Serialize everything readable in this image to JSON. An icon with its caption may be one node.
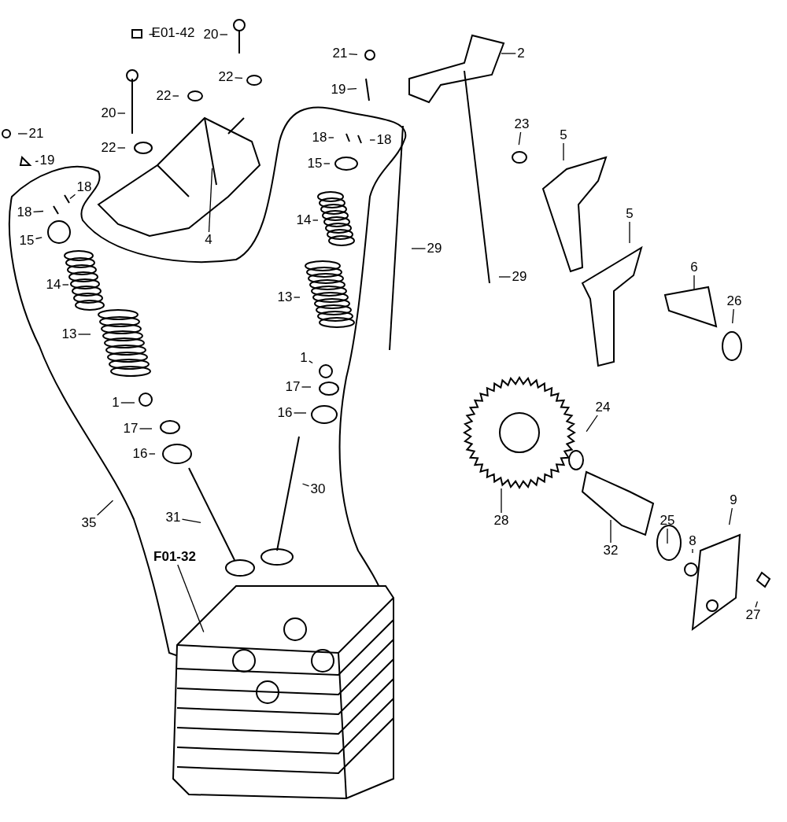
{
  "diagram": {
    "nodes": [
      {
        "text": [
          "E01-42"
        ]
      },
      {
        "text": [
          "20"
        ]
      },
      {
        "text": [
          "21"
        ]
      },
      {
        "text": [
          "2"
        ]
      },
      {
        "text": [
          "22"
        ]
      },
      {
        "text": [
          "19"
        ]
      },
      {
        "text": [
          "22"
        ]
      },
      {
        "text": [
          "20"
        ]
      },
      {
        "text": [
          "23"
        ]
      },
      {
        "text": [
          "21"
        ]
      },
      {
        "text": [
          "18"
        ]
      },
      {
        "text": [
          "18"
        ]
      },
      {
        "text": [
          "22"
        ]
      },
      {
        "text": [
          "5"
        ]
      },
      {
        "text": [
          "19"
        ]
      },
      {
        "text": [
          "15"
        ]
      },
      {
        "text": [
          "18"
        ]
      },
      {
        "text": [
          "18"
        ]
      },
      {
        "text": [
          "14"
        ]
      },
      {
        "text": [
          "4"
        ]
      },
      {
        "text": [
          "5"
        ]
      },
      {
        "text": [
          "15"
        ]
      },
      {
        "text": [
          "29"
        ]
      },
      {
        "text": [
          "29"
        ]
      },
      {
        "text": [
          "14"
        ]
      },
      {
        "text": [
          "6"
        ]
      },
      {
        "text": [
          "13"
        ]
      },
      {
        "text": [
          "26"
        ]
      },
      {
        "text": [
          "13"
        ]
      },
      {
        "text": [
          "1"
        ]
      },
      {
        "text": [
          "17"
        ]
      },
      {
        "text": [
          "1"
        ]
      },
      {
        "text": [
          "24"
        ]
      },
      {
        "text": [
          "16"
        ]
      },
      {
        "text": [
          "17"
        ]
      },
      {
        "text": [
          "16"
        ]
      },
      {
        "text": [
          "30"
        ]
      },
      {
        "text": [
          "35"
        ]
      },
      {
        "text": [
          "31"
        ]
      },
      {
        "text": [
          "28"
        ]
      },
      {
        "text": [
          "9"
        ]
      },
      {
        "text": [
          "25"
        ]
      },
      {
        "text": [
          "8"
        ]
      },
      {
        "text": [
          "32"
        ]
      },
      {
        "text": [
          "F01-32"
        ]
      },
      {
        "text": [
          "27"
        ]
      }
    ],
    "edges": [
      {
        "from": 0,
        "to": null,
        "arrow": "none"
      },
      {
        "from": 1,
        "to": null,
        "arrow": "none"
      },
      {
        "from": 2,
        "to": null,
        "arrow": "none"
      },
      {
        "from": 3,
        "to": null,
        "arrow": "none"
      },
      {
        "from": 4,
        "to": null,
        "arrow": "none"
      },
      {
        "from": 5,
        "to": null,
        "arrow": "none"
      },
      {
        "from": 6,
        "to": null,
        "arrow": "none"
      },
      {
        "from": 7,
        "to": null,
        "arrow": "none"
      },
      {
        "from": 8,
        "to": null,
        "arrow": "none"
      },
      {
        "from": 9,
        "to": null,
        "arrow": "none"
      },
      {
        "from": 10,
        "to": null,
        "arrow": "none"
      },
      {
        "from": 11,
        "to": null,
        "arrow": "none"
      },
      {
        "from": 12,
        "to": null,
        "arrow": "none"
      },
      {
        "from": 13,
        "to": null,
        "arrow": "none"
      },
      {
        "from": 14,
        "to": null,
        "arrow": "none"
      },
      {
        "from": 15,
        "to": null,
        "arrow": "none"
      },
      {
        "from": 16,
        "to": null,
        "arrow": "none"
      },
      {
        "from": 17,
        "to": null,
        "arrow": "none"
      },
      {
        "from": 18,
        "to": null,
        "arrow": "none"
      },
      {
        "from": 19,
        "to": null,
        "arrow": "none"
      },
      {
        "from": 20,
        "to": null,
        "arrow": "none"
      },
      {
        "from": 21,
        "to": null,
        "arrow": "none"
      },
      {
        "from": 22,
        "to": null,
        "arrow": "none"
      },
      {
        "from": 23,
        "to": null,
        "arrow": "none"
      },
      {
        "from": 24,
        "to": null,
        "arrow": "none"
      },
      {
        "from": 25,
        "to": null,
        "arrow": "none"
      },
      {
        "from": 26,
        "to": null,
        "arrow": "none"
      },
      {
        "from": 27,
        "to": null,
        "arrow": "none"
      },
      {
        "from": 28,
        "to": null,
        "arrow": "none"
      },
      {
        "from": 29,
        "to": null,
        "arrow": "none"
      },
      {
        "from": 30,
        "to": null,
        "arrow": "none"
      },
      {
        "from": 31,
        "to": null,
        "arrow": "none"
      },
      {
        "from": 32,
        "to": null,
        "arrow": "none"
      },
      {
        "from": 33,
        "to": null,
        "arrow": "none"
      },
      {
        "from": 34,
        "to": null,
        "arrow": "none"
      },
      {
        "from": 35,
        "to": null,
        "arrow": "none"
      },
      {
        "from": 36,
        "to": null,
        "arrow": "none"
      },
      {
        "from": 37,
        "to": null,
        "arrow": "none"
      },
      {
        "from": 38,
        "to": null,
        "arrow": "none"
      },
      {
        "from": 39,
        "to": null,
        "arrow": "none"
      },
      {
        "from": 40,
        "to": null,
        "arrow": "none"
      },
      {
        "from": 41,
        "to": null,
        "arrow": "none"
      },
      {
        "from": 42,
        "to": null,
        "arrow": "none"
      },
      {
        "from": 43,
        "to": null,
        "arrow": "none"
      },
      {
        "from": 44,
        "to": null,
        "arrow": "none"
      },
      {
        "from": 45,
        "to": null,
        "arrow": "none"
      }
    ]
  }
}
